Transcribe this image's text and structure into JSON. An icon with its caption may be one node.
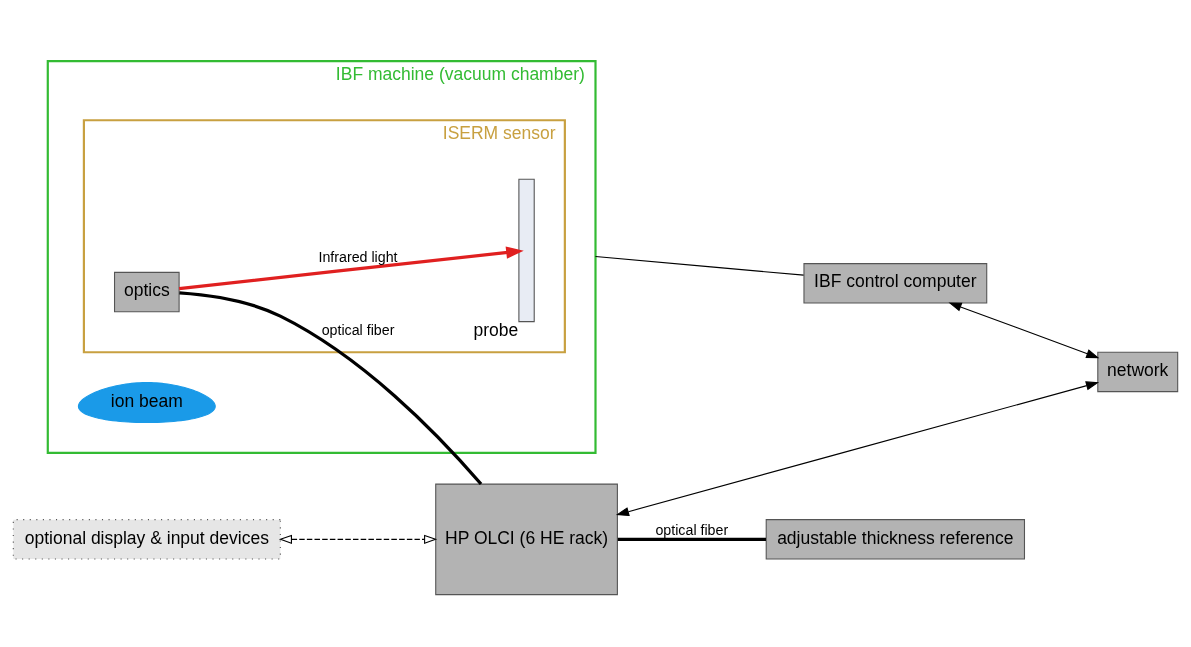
{
  "diagram": {
    "nodes": [
      {
        "text": [
          "IBF machine (vacuum chamber)"
        ]
      },
      {
        "text": [
          "ISERM sensor"
        ],
        "in": 0
      },
      {
        "text": [
          "ion beam"
        ],
        "in": 0
      },
      {
        "text": [],
        "shape": "bar",
        "beside": [
          "probe"
        ],
        "in": 1
      },
      {
        "text": [
          "optics"
        ],
        "in": 1
      },
      {
        "text": [
          "optional display & input devices"
        ]
      },
      {
        "text": [
          "IBF control computer"
        ]
      },
      {
        "text": [
          "HP OLCI (6 HE rack)"
        ]
      },
      {
        "text": [
          "network"
        ]
      },
      {
        "text": [
          "adjustable thickness reference"
        ]
      }
    ],
    "edges": [
      {
        "from": 4,
        "to": 3,
        "arrow": "to",
        "label": "Infrared light",
        "style": "thick",
        "color": "#e02020"
      },
      {
        "from": 4,
        "to": 7,
        "arrow": "none",
        "label": "optical fiber",
        "style": "thick"
      },
      {
        "from": 5,
        "to": 7,
        "arrow": "both",
        "style": "dashed"
      },
      {
        "from": 6,
        "to": 8,
        "arrow": "both"
      },
      {
        "from": 7,
        "to": 8,
        "arrow": "both"
      },
      {
        "from": 7,
        "to": 9,
        "arrow": "none",
        "label": "optical fiber",
        "style": "thick"
      },
      {
        "from": 0,
        "to": 6,
        "arrow": "none"
      }
    ]
  }
}
